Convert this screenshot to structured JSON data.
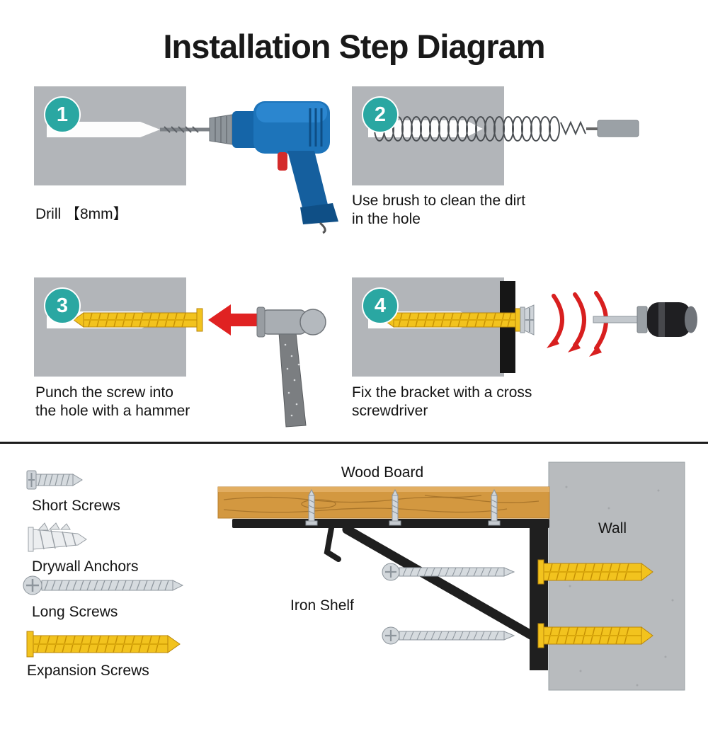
{
  "title": "Installation Step Diagram",
  "steps": [
    {
      "number": "1",
      "caption": [
        "Drill 【8mm】"
      ]
    },
    {
      "number": "2",
      "caption": [
        "Use brush to clean the dirt",
        "in the hole"
      ]
    },
    {
      "number": "3",
      "caption": [
        "Punch the screw into",
        "the hole with a hammer"
      ]
    },
    {
      "number": "4",
      "caption": [
        "Fix the bracket with a cross",
        "screwdriver"
      ]
    }
  ],
  "parts": [
    {
      "label": "Short Screws"
    },
    {
      "label": "Drywall Anchors"
    },
    {
      "label": "Long Screws"
    },
    {
      "label": "Expansion Screws"
    }
  ],
  "assembly": {
    "wood_board": "Wood Board",
    "wall": "Wall",
    "iron_shelf": "Iron Shelf"
  },
  "colors": {
    "step_badge_teal": "#2aa7a2",
    "panel_gray": "#b2b5b9",
    "anchor_yellow": "#f2c31e",
    "arrow_red": "#e02222",
    "drill_blue": "#1d74ba",
    "bracket_black": "#1f1f1f",
    "wood_brown": "#d39840",
    "wall_gray": "#b8bbbe"
  }
}
